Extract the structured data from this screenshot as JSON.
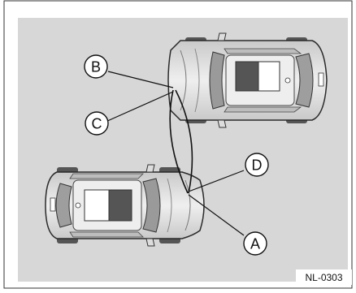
{
  "figure": {
    "figure_id": "NL-0303",
    "callouts": {
      "a": "A",
      "b": "B",
      "c": "C",
      "d": "D"
    }
  }
}
